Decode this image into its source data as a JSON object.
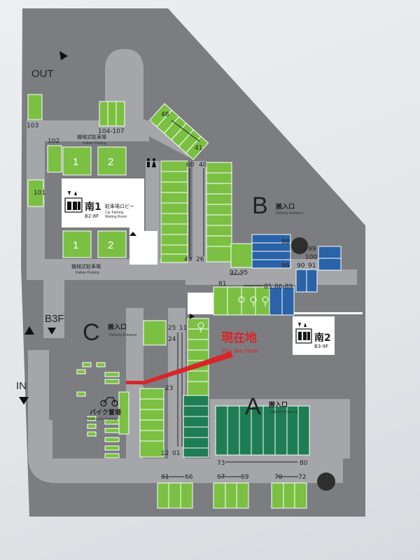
{
  "map": {
    "road_labels": {
      "out": "OUT",
      "in": "IN",
      "b3f": "B3F"
    },
    "zones": {
      "a": {
        "letter": "A",
        "jp": "搬入口",
        "en": "Delivery Entrance"
      },
      "b": {
        "letter": "B",
        "jp": "搬入口",
        "en": "Delivery Entrance"
      },
      "c": {
        "letter": "C",
        "jp": "搬入口",
        "en": "Delivery Entrance"
      }
    },
    "pallet_parking": [
      {
        "jp": "機械式駐車場",
        "en": "Pallete Parking"
      },
      {
        "jp": "機械式駐車場",
        "en": "Pallete Parking"
      }
    ],
    "pallet_units": [
      "1",
      "2",
      "1",
      "2"
    ],
    "lobby_south1": {
      "name": "南1",
      "floors": "B2-8F",
      "jp": "駐車場ロビー",
      "en1": "Car Parking",
      "en2": "Waiting Room"
    },
    "lobby_south2": {
      "name": "南2",
      "floors": "B3-9F"
    },
    "current_location": {
      "jp": "現在地",
      "en": "You are Here"
    },
    "motorcycle": {
      "jp": "バイク置場",
      "en": "Motorcycle Parking"
    },
    "space_numbers": {
      "n103": "103",
      "n104_107": "104-107",
      "n102": "102",
      "n101": "101",
      "n48": "48",
      "n41": "41",
      "n60": "60",
      "n40": "40",
      "n49": "49",
      "n26": "26",
      "n92_95": "92-95",
      "n98": "98",
      "n96": "96",
      "n99": "99",
      "n100": "100",
      "n90": "90",
      "n91": "91",
      "n81": "81",
      "n85": "85",
      "n86_89": "86-89",
      "n25": "25",
      "n11": "11",
      "n24": "24",
      "n23": "23",
      "n12": "12",
      "n01": "01",
      "n73": "73",
      "n80": "80",
      "n61": "61",
      "n66": "66",
      "n67": "67",
      "n69": "69",
      "n70": "70",
      "n72": "72"
    },
    "colors": {
      "road": "#a4a6a9",
      "slab": "#7b7d80",
      "bay_light": "#7bc043",
      "bay_dark": "#1e7d53",
      "bay_blue": "#2a63a8",
      "marker": "#d7262b"
    }
  }
}
